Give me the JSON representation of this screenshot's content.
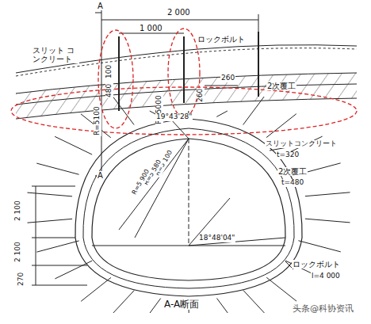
{
  "diagram": {
    "labels": [
      "A",
      "2 000",
      "1 000",
      "ロックボルト",
      "スリット コンクリート",
      "260",
      "100",
      "480",
      "R=5100",
      "R=5000",
      "260",
      "2次覆工",
      "A",
      "19°43'28\"",
      "R=5 100",
      "R=5 580",
      "R=5 900",
      "スリットコンクリート",
      "t=320",
      "2次覆工",
      "t=480",
      "18°48'04\"",
      "ロックボルト",
      "l=4 000",
      "2 100",
      "2 100",
      "270",
      "A-A断面",
      "头条@科协资讯"
    ]
  }
}
